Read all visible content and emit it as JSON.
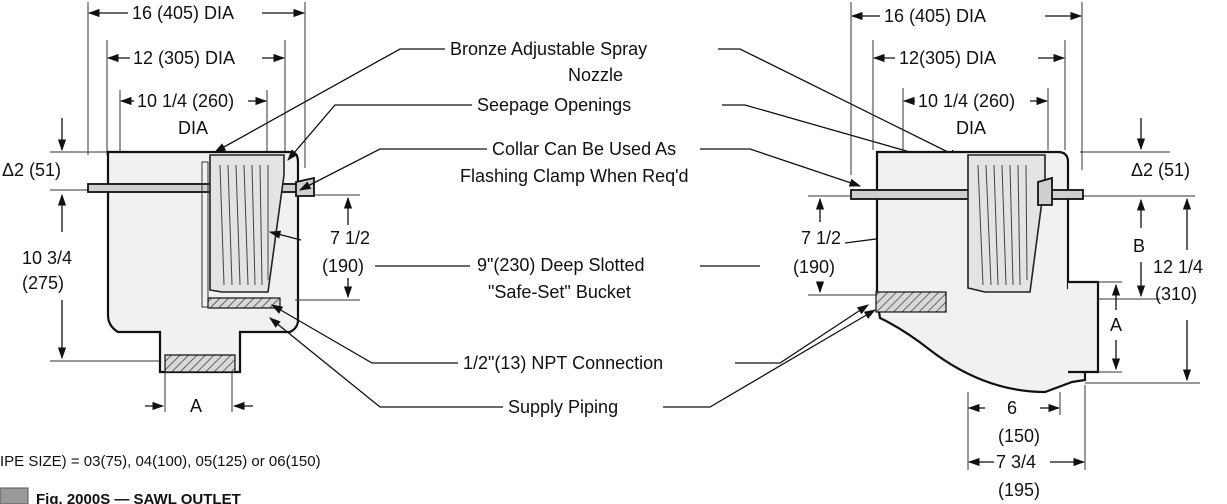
{
  "callouts": {
    "nozzle_line1": "Bronze Adjustable Spray",
    "nozzle_line2": "Nozzle",
    "seepage": "Seepage Openings",
    "collar_line1": "Collar Can Be Used As",
    "collar_line2": "Flashing Clamp When Req'd",
    "bucket_line1": "9\"(230) Deep Slotted",
    "bucket_line2": "\"Safe-Set\" Bucket",
    "npt": "1/2\"(13) NPT Connection",
    "supply": "Supply Piping"
  },
  "left_view": {
    "dia_16": "16 (405) DIA",
    "dia_12": "12 (305) DIA",
    "dia_10": "10 1/4 (260)",
    "dia_10_word": "DIA",
    "delta": "Δ2 (51)",
    "height_1": "10 3/4",
    "height_1_mm": "(275)",
    "bucket_h": "7 1/2",
    "bucket_h_mm": "(190)",
    "outlet": "A"
  },
  "right_view": {
    "dia_16": "16 (405) DIA",
    "dia_12": "12(305) DIA",
    "dia_10": "10 1/4 (260)",
    "dia_10_word": "DIA",
    "delta": "Δ2 (51)",
    "bucket_h": "7 1/2",
    "bucket_h_mm": "(190)",
    "dim_b": "B",
    "height_2": "12 1/4",
    "height_2_mm": "(310)",
    "outlet": "A",
    "width_1": "6",
    "width_1_mm": "(150)",
    "width_2": "7 3/4",
    "width_2_mm": "(195)"
  },
  "footnote": "IPE SIZE) = 03(75), 04(100), 05(125) or 06(150)",
  "footer_caption": "Fig. 2000S — SAWL OUTLET"
}
